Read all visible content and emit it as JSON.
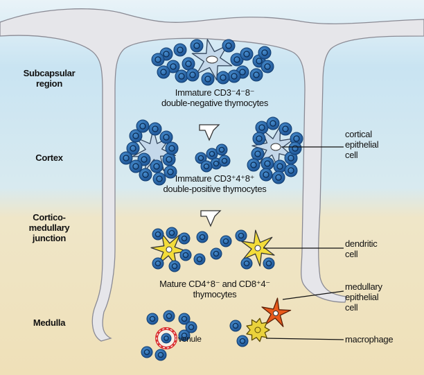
{
  "regions": {
    "subcapsular": "Subcapsular\nregion",
    "cortex": "Cortex",
    "corticomedullary": "Cortico-\nmedullary\njunction",
    "medulla": "Medulla"
  },
  "stages": {
    "double_negative": "Immature CD3⁻4⁻8⁻\ndouble-negative thymocytes",
    "double_positive": "Immature CD3⁺4⁺8⁺\ndouble-positive thymocytes",
    "mature": "Mature CD4⁺8⁻ and CD8⁺4⁻\nthymocytes"
  },
  "cell_labels": {
    "cortical_epithelial": "cortical\nepithelial\ncell",
    "dendritic": "dendritic\ncell",
    "medullary_epithelial": "medullary\nepithelial\ncell",
    "macrophage": "macrophage",
    "venule": "venule"
  },
  "colors": {
    "capsule_blue": "#c9e4f2",
    "medulla_tan": "#efe2bd",
    "septum_gray": "#e6e6ea",
    "thymocyte_blue": "#1f5fa8",
    "epithelial_lightblue": "#c4d8ea",
    "dendritic_yellow": "#f3dc3a",
    "medullary_orange": "#e85a1c",
    "macrophage_yellow": "#ead23c",
    "venule_red": "#d93030"
  }
}
